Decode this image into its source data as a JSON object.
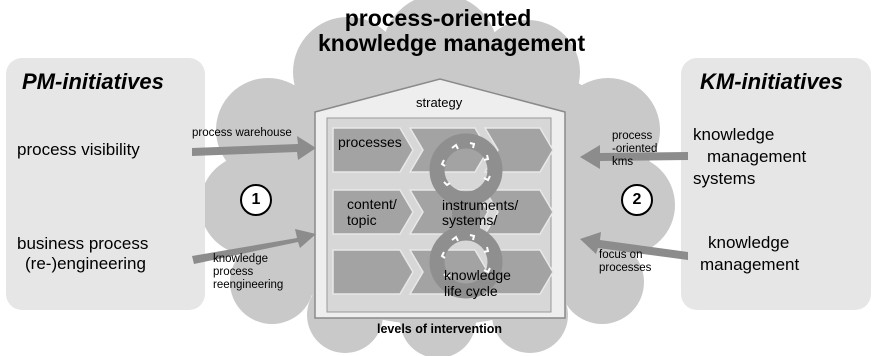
{
  "title_line1": "process-oriented",
  "title_line2": "knowledge management",
  "left_panel": {
    "heading": "PM-initiatives",
    "items": [
      "process visibility",
      "business process",
      "(re-)engineering"
    ],
    "badge": "1"
  },
  "right_panel": {
    "heading": "KM-initiatives",
    "items": [
      "knowledge",
      "management",
      "systems",
      "knowledge",
      "management"
    ],
    "badge": "2"
  },
  "arrow_labels": {
    "process_warehouse": "process warehouse",
    "knowledge_process_reengineering": [
      "knowledge",
      "process",
      "reengineering"
    ],
    "process_oriented_kms": [
      "process",
      "-oriented",
      "kms"
    ],
    "focus_on_processes": [
      "focus on",
      "processes"
    ]
  },
  "house": {
    "roof_label": "strategy",
    "rows": [
      "processes",
      "content/",
      "topic"
    ],
    "ring_labels": [
      "instruments/",
      "systems/",
      "knowledge",
      "life cycle"
    ],
    "base_label": "levels of intervention"
  },
  "colors": {
    "cloud": "#c9c9c9",
    "panel": "#e6e6e6",
    "arrow": "#8c8c8c",
    "chevron": "#a3a3a3",
    "ring": "#8f8f8f"
  }
}
